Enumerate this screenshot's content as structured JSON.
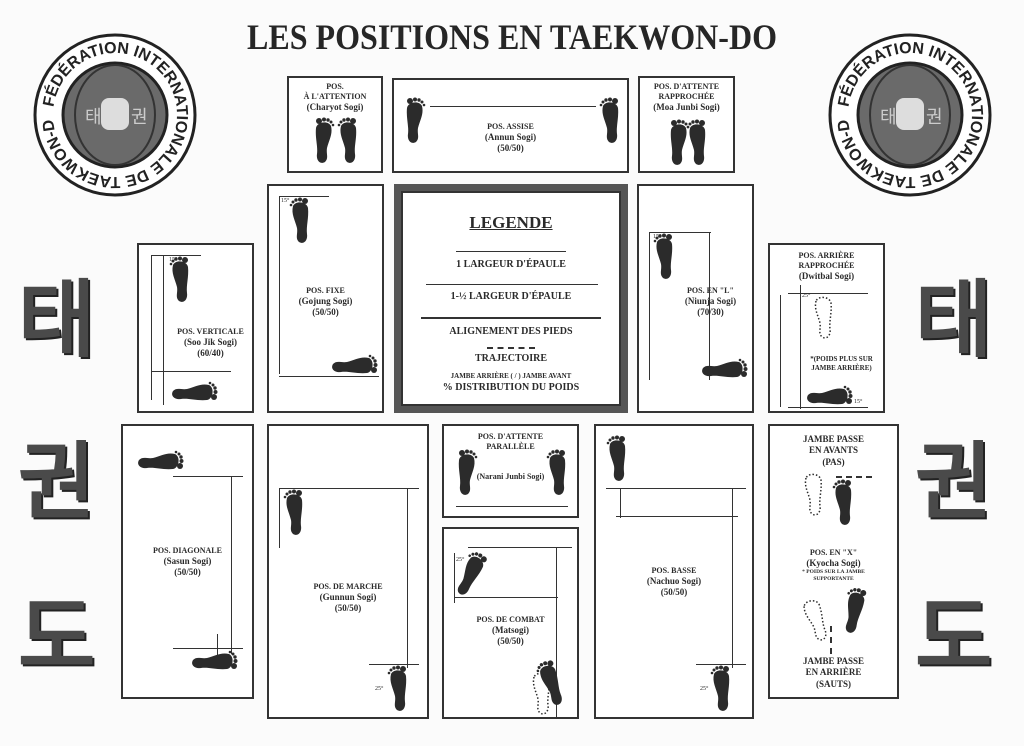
{
  "title": "LES POSITIONS EN TAEKWON-DO",
  "logo_text": "FÉDÉRATION INTERNATIONALE DE TAEKWON-DO",
  "logo_korean": [
    "태",
    "권"
  ],
  "side_korean": [
    "태",
    "권",
    "도"
  ],
  "legend": {
    "heading": "LEGENDE",
    "items": [
      "1 LARGEUR D'ÉPAULE",
      "1-½ LARGEUR D'ÉPAULE",
      "ALIGNEMENT DES PIEDS",
      "TRAJECTOIRE"
    ],
    "weight_line1": "JAMBE ARRIÈRE ( / ) JAMBE AVANT",
    "weight_line2": "% DISTRIBUTION DU POIDS"
  },
  "positions": {
    "attention": {
      "name": "POS.",
      "name2": "À L'ATTENTION",
      "korean": "(Charyot Sogi)"
    },
    "assise": {
      "name": "POS. ASSISE",
      "korean": "(Annun Sogi)",
      "ratio": "(50/50)"
    },
    "moa": {
      "name": "POS. D'ATTENTE",
      "name2": "RAPPROCHÉE",
      "korean": "(Moa Junbi Sogi)"
    },
    "fixe": {
      "name": "POS. FIXE",
      "korean": "(Gojung Sogi)",
      "ratio": "(50/50)",
      "angle": "15°"
    },
    "l": {
      "name": "POS. EN \"L\"",
      "korean": "(Niunja Sogi)",
      "ratio": "(70/30)",
      "angle": "15°"
    },
    "verticale": {
      "name": "POS. VERTICALE",
      "korean": "(Soo Jik Sogi)",
      "ratio": "(60/40)",
      "angle": "15°"
    },
    "dwitbal": {
      "name": "POS. ARRIÈRE",
      "name2": "RAPPROCHÉE",
      "korean": "(Dwitbal Sogi)",
      "note": "*(POIDS PLUS SUR",
      "note2": "JAMBE ARRIÈRE)",
      "angle": "25°",
      "angle2": "15°"
    },
    "diagonale": {
      "name": "POS. DIAGONALE",
      "korean": "(Sasun Sogi)",
      "ratio": "(50/50)"
    },
    "marche": {
      "name": "POS. DE MARCHE",
      "korean": "(Gunnun Sogi)",
      "ratio": "(50/50)",
      "angle": "25°"
    },
    "parallele": {
      "name": "POS. D'ATTENTE",
      "name2": "PARALLÈLE",
      "korean": "(Narani Junbi Sogi)"
    },
    "combat": {
      "name": "POS. DE COMBAT",
      "korean": "(Matsogi)",
      "ratio": "(50/50)",
      "angle": "25°"
    },
    "basse": {
      "name": "POS. BASSE",
      "korean": "(Nachuo Sogi)",
      "ratio": "(50/50)",
      "angle": "25°"
    },
    "x": {
      "top1": "JAMBE PASSE",
      "top2": "EN AVANTS",
      "top3": "(PAS)",
      "name": "POS. EN \"X\"",
      "korean": "(Kyocha Sogi)",
      "note": "* POIDS SUR LA JAMBE",
      "note2": "SUPPORTANTE",
      "bot1": "JAMBE PASSE",
      "bot2": "EN ARRIÈRE",
      "bot3": "(SAUTS)"
    }
  }
}
